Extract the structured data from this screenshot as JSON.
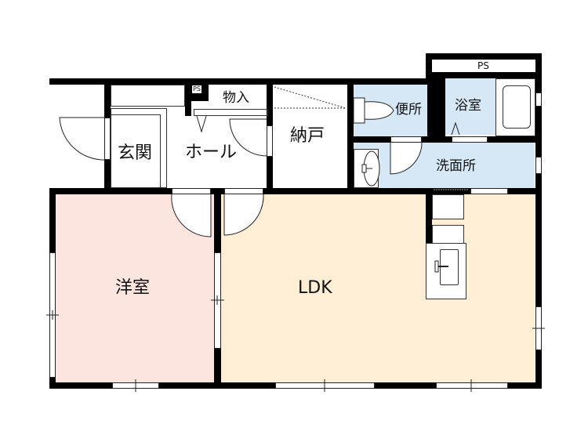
{
  "floorplan": {
    "colors": {
      "wall": "#000000",
      "western_room": "#fde5df",
      "ldk": "#fdeed5",
      "wet_area": "#d6e8f6",
      "background": "#ffffff"
    },
    "rooms": {
      "entrance": {
        "label": "玄関"
      },
      "hall": {
        "label": "ホール"
      },
      "storage_closet": {
        "label": "物入"
      },
      "pipe_space_small": {
        "label": "PS"
      },
      "storeroom": {
        "label": "納戸"
      },
      "toilet": {
        "label": "便所"
      },
      "bathroom": {
        "label": "浴室"
      },
      "pipe_space_top": {
        "label": "PS"
      },
      "washroom": {
        "label": "洗面所"
      },
      "western_room": {
        "label": "洋室"
      },
      "ldk": {
        "label": "LDK"
      }
    }
  }
}
